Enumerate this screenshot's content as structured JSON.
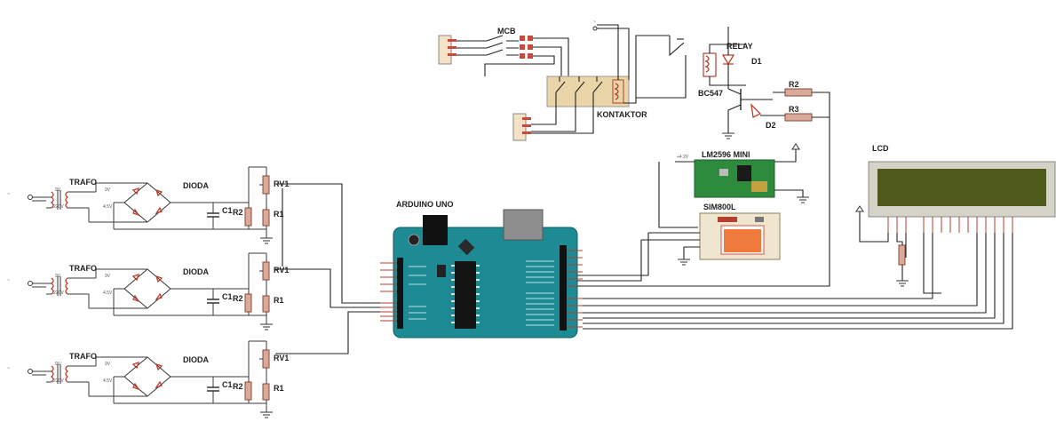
{
  "diagram": {
    "labels": {
      "trafo": "TRAFO",
      "dioda": "DIODA",
      "c1": "C1",
      "r2": "R2",
      "rv1": "RV1",
      "r1": "R1",
      "mcb": "MCB",
      "kontaktor": "KONTAKTOR",
      "relay": "RELAY",
      "d1": "D1",
      "bc547": "BC547",
      "d2": "D2",
      "r3": "R3",
      "lm2596": "LM2596 MINI",
      "arduino": "ARDUINO UNO",
      "lcd": "LCD",
      "sim800l": "SIM800L",
      "v9": "9V",
      "v45": "4.5V",
      "v220": "220V",
      "v42": "+4.2V"
    },
    "colors": {
      "arduino_teal": "#1d8a94",
      "lcd_screen": "#4f5a1c",
      "lm2596_green": "#2e8b3e",
      "kontaktor_tan": "#e9d5a8",
      "component_red": "#b5402f",
      "resistor_fill": "#d9a99a"
    }
  }
}
